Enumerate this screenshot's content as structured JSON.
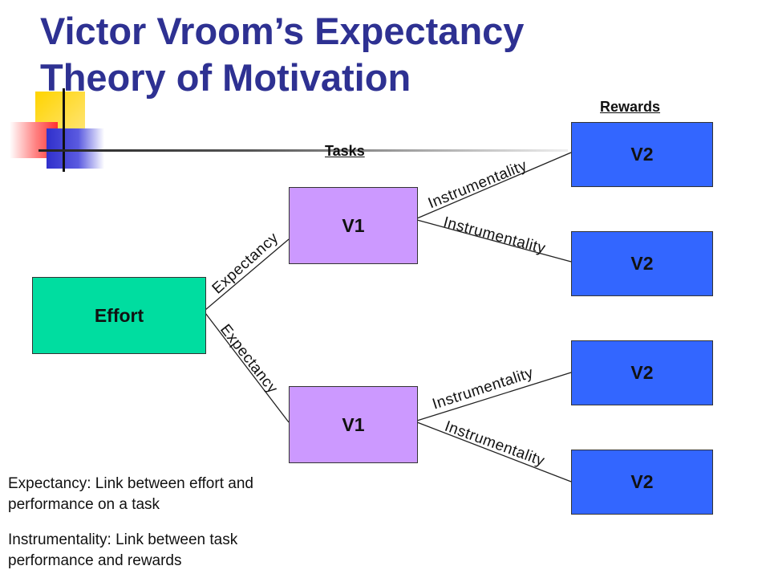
{
  "slide": {
    "title_line1": "Victor Vroom’s Expectancy",
    "title_line2": "Theory of Motivation",
    "title_color": "#2e3192"
  },
  "headers": {
    "tasks": "Tasks",
    "rewards": "Rewards"
  },
  "nodes": {
    "effort": "Effort",
    "task_top": "V1",
    "task_bottom": "V1",
    "reward_1": "V2",
    "reward_2": "V2",
    "reward_3": "V2",
    "reward_4": "V2"
  },
  "links": {
    "expectancy_top": "Expectancy",
    "expectancy_bottom": "Expectancy",
    "instrumentality_1": "Instrumentality",
    "instrumentality_2": "Instrumentality",
    "instrumentality_3": "Instrumentality",
    "instrumentality_4": "Instrumentality"
  },
  "legend": {
    "expectancy_def": "Expectancy: Link between effort and performance on a task",
    "instrumentality_def": "Instrumentality: Link between task performance and rewards"
  },
  "colors": {
    "effort": "#00dda0",
    "task": "#cc99ff",
    "reward": "#3366ff"
  }
}
